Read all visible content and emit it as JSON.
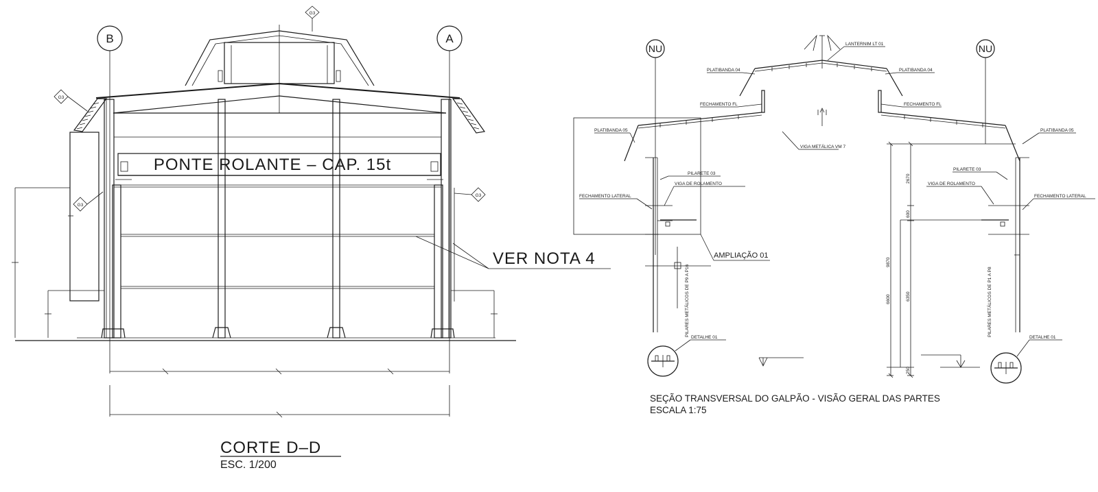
{
  "left_drawing": {
    "grid_left": "B",
    "grid_right": "A",
    "tag_g3": "G3",
    "crane_label": "PONTE ROLANTE – CAP. 15t",
    "note_label": "VER NOTA 4",
    "title": "CORTE D–D",
    "scale": "ESC. 1/200"
  },
  "right_drawing": {
    "grid_left": "NU",
    "grid_right": "NU",
    "labels": {
      "lanternim": "LANTERNIM LT 01",
      "platibanda04_left": "PLATIBANDA 04",
      "platibanda04_right": "PLATIBANDA 04",
      "fechamento_fl_left": "FECHAMENTO FL",
      "fechamento_fl_right": "FECHAMENTO FL",
      "platibanda05_left": "PLATIBANDA 05",
      "platibanda05_right": "PLATIBANDA 05",
      "viga_metalica": "VIGA METÁLICA VM 7",
      "pilarete_left": "PILARETE 03",
      "pilarete_right": "PILARETE 03",
      "viga_rolamento_left": "VIGA DE ROLAMENTO",
      "viga_rolamento_right": "VIGA DE ROLAMENTO",
      "fechamento_lateral_left": "FECHAMENTO LATERAL",
      "fechamento_lateral_right": "FECHAMENTO LATERAL",
      "ampliacao": "AMPLIAÇÃO 01",
      "pilares_left": "PILARES METÁLICOS DE P9 A P16",
      "pilares_right": "PILARES METÁLICOS DE P1 A P8",
      "detalhe_left": "DETALHE 01",
      "detalhe_right": "DETALHE 01"
    },
    "dimensions": {
      "d2670": "2670",
      "d600": "600",
      "d9870": "9870",
      "d6600": "6600",
      "d6350": "6350",
      "d250": "250"
    },
    "title": "SEÇÃO TRANSVERSAL DO GALPÃO - VISÃO GERAL DAS PARTES",
    "scale": "ESCALA 1:75"
  }
}
